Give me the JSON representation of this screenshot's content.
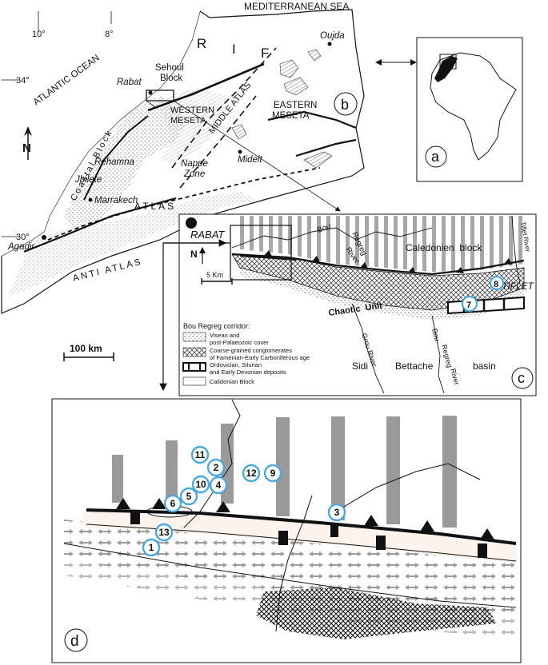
{
  "panel_b": {
    "sea_label": "MEDITERRANEAN SEA",
    "ocean_label": "ATLANTIC OCEAN",
    "lon_10": "10°",
    "lon_8": "8°",
    "lat_34": "34°",
    "lat_30": "30°",
    "rif_letters": [
      "R",
      "I",
      "F"
    ],
    "oujda": "Oujda",
    "rabat": "Rabat",
    "sehoul_block_line1": "Sehoul",
    "sehoul_block_line2": "Block",
    "western_meseta_line1": "WESTERN",
    "western_meseta_line2": "MESETA",
    "eastern_meseta_line1": "EASTERN",
    "eastern_meseta_line2": "MESETA",
    "middle_atlas": "MIDDLE ATLAS",
    "coastal_block": "Coastal Block",
    "rehamna": "Rehamna",
    "jbilete": "Jbilete",
    "marrakech": "Marrakech",
    "nappe_zone_line1": "Nappe",
    "nappe_zone_line2": "Zone",
    "midelt": "Midelt",
    "atlas": "ATLAS",
    "agadir": "Agadir",
    "anti_atlas": "ANTI ATLAS",
    "scale": "100 km",
    "north": "N",
    "panel_letter": "b"
  },
  "panel_a": {
    "panel_letter": "a"
  },
  "panel_c": {
    "rabat": "RABAT",
    "tiflet": "TIFLET",
    "north": "N",
    "scale": "5 Km",
    "bou": "Bou",
    "regreg": "Regreg",
    "river": "River",
    "caledonien_block": "Caledonien  block",
    "tiflet_river": "Tiflet River",
    "chaotic_unit": "Chaotic  Unit",
    "sidi": "Sidi",
    "bettache": "Bettache",
    "basin": "basin",
    "grou_river": "Grou River",
    "bou2": "Bou",
    "regreg2": "Regreg",
    "river2": "River",
    "site_7": "7",
    "site_8": "8",
    "panel_letter": "c",
    "legend": {
      "title": "Bou Regreg corridor:",
      "items": [
        "Visean and post-Palaeozoic cover",
        "Coarse-grained conglomerates of Famenian-Early Carboniferous age",
        "Ordovician, Silurian and Early Devonian deposits",
        "Calidonian Block"
      ],
      "item_lines": [
        [
          "Visean and",
          "post-Palaeozoic cover"
        ],
        [
          "Coarse-grained conglomerates",
          "of Famenian-Early Carboniferous age"
        ],
        [
          "Ordovician, Silurian",
          "and Early Devonian deposits"
        ],
        [
          "Calidonian Block"
        ]
      ]
    }
  },
  "panel_d": {
    "panel_letter": "d",
    "sites": [
      "11",
      "2",
      "12",
      "9",
      "10",
      "4",
      "5",
      "6",
      "3",
      "13",
      "1"
    ]
  },
  "colors": {
    "ink": "#111111",
    "site_ring": "#4aa8d8",
    "pillar": "#9a9a9a",
    "cover_fill": "#fbf3ec"
  }
}
